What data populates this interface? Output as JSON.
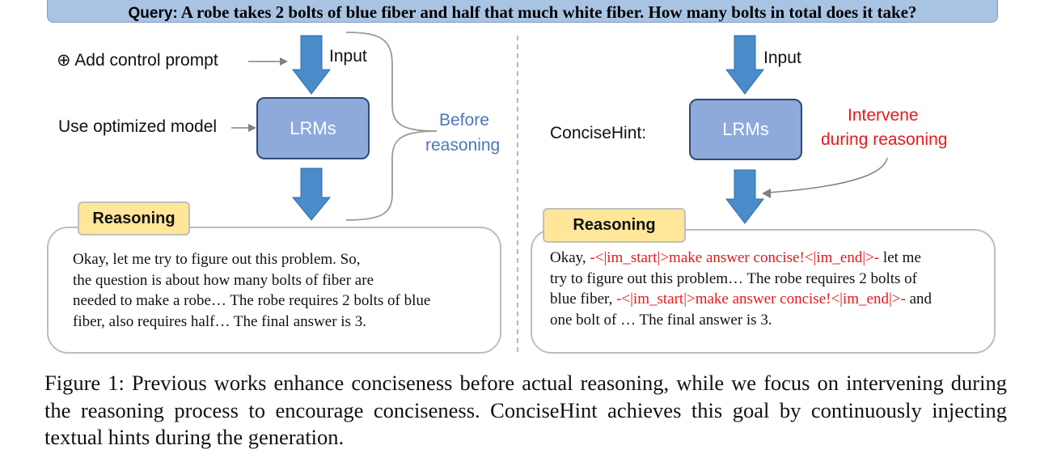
{
  "query": {
    "label": "Query:",
    "text": "A robe takes 2 bolts of blue fiber and half that much white fiber.  How many bolts in total does it take?"
  },
  "left": {
    "control_prompt": "⊕ Add control prompt",
    "optimized_model": "Use optimized model",
    "input_label": "Input",
    "lrm_label": "LRMs",
    "before_line1": "Before",
    "before_line2": "reasoning",
    "reasoning_tag": "Reasoning",
    "reasoning_lines": [
      "Okay, let me try to figure out this problem. So,",
      "the question is about how many bolts of fiber are",
      "needed to make a robe… The robe requires 2 bolts of blue",
      "fiber, also requires half… The final answer is 3."
    ]
  },
  "right": {
    "input_label": "Input",
    "concisehint_label": "ConciseHint:",
    "lrm_label": "LRMs",
    "intervene_line1": "Intervene",
    "intervene_line2": "during reasoning",
    "reasoning_tag": "Reasoning",
    "line1_a": "Okay, ",
    "hint": "-<|im_start|>make answer concise!<|im_end|>-",
    "line1_b": " let me",
    "line2": "try to figure out this problem… The robe requires 2 bolts of",
    "line3_a": "blue fiber, ",
    "line3_b": " and",
    "line4": "one bolt of … The final answer is 3."
  },
  "caption": "Figure 1: Previous works enhance conciseness before actual reasoning, while we focus on intervening during the reasoning process to encourage conciseness. ConciseHint achieves this goal by continuously injecting textual hints during the generation.",
  "colors": {
    "arrow_blue": "#4a8cca",
    "lrm_fill": "#8eaadb",
    "tag_fill": "#ffe699",
    "hint_red": "#e31b1b",
    "label_blue": "#4a78b8",
    "query_fill": "#a9c3e3"
  }
}
